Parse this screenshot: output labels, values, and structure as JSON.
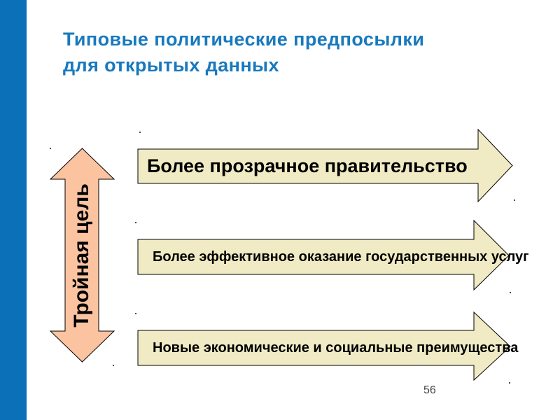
{
  "slide": {
    "title_lines": [
      "Типовые политические предпосылки",
      "для открытых данных"
    ],
    "page_number": "56"
  },
  "colors": {
    "accent_bar": "#0C70B8",
    "title_text": "#1879BE",
    "vertical_arrow_fill": "#FBC3A0",
    "horizontal_arrow_fill": "#F1EBC5",
    "outline": "#000000"
  },
  "diagram": {
    "vertical_arrow_label": "Тройная цель",
    "arrows": [
      {
        "label": "Более прозрачное правительство"
      },
      {
        "label": "Более эффективное оказание государственных услуг"
      },
      {
        "label": "Новые экономические и социальные преимущества"
      }
    ]
  }
}
